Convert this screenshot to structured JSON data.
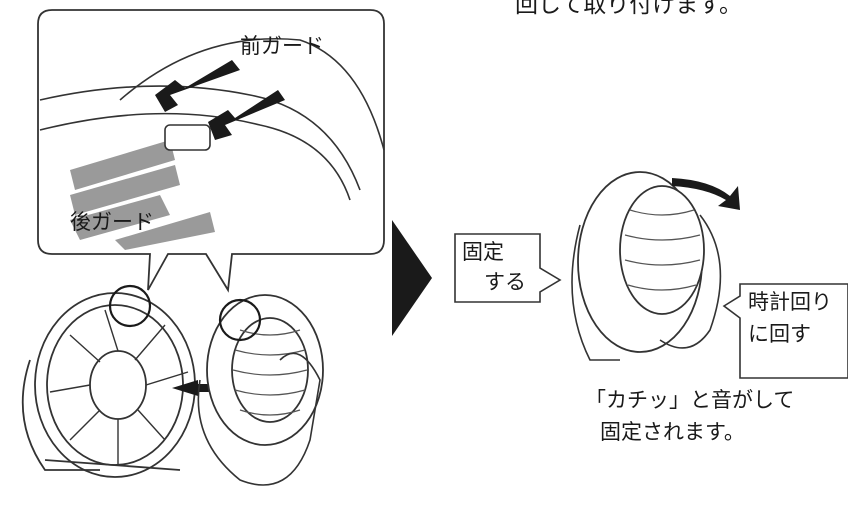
{
  "top_caption": "回して取り付けます。",
  "callout": {
    "front_guard": "前ガード",
    "rear_guard": "後ガード"
  },
  "label_fix": {
    "line1": "固定",
    "line2": "する"
  },
  "label_rotate": {
    "line1": "時計回り",
    "line2": "に回す"
  },
  "bottom_note": {
    "line1": "「カチッ」と音がして",
    "line2": "固定されます。"
  }
}
